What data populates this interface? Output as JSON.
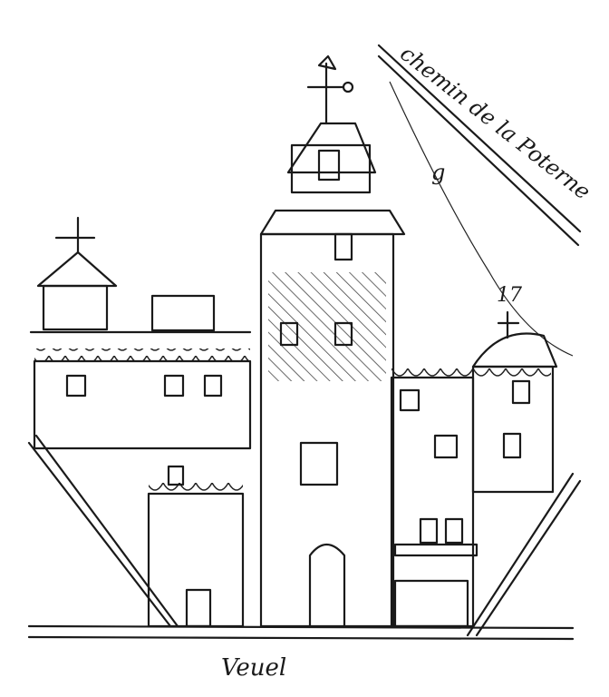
{
  "drawing": {
    "caption": "Veuel",
    "road_label": "chemin de la Poterne",
    "mark_a": "g",
    "mark_b": "17"
  },
  "colors": {
    "ink": "#1a1a1a",
    "paper": "#ffffff"
  }
}
